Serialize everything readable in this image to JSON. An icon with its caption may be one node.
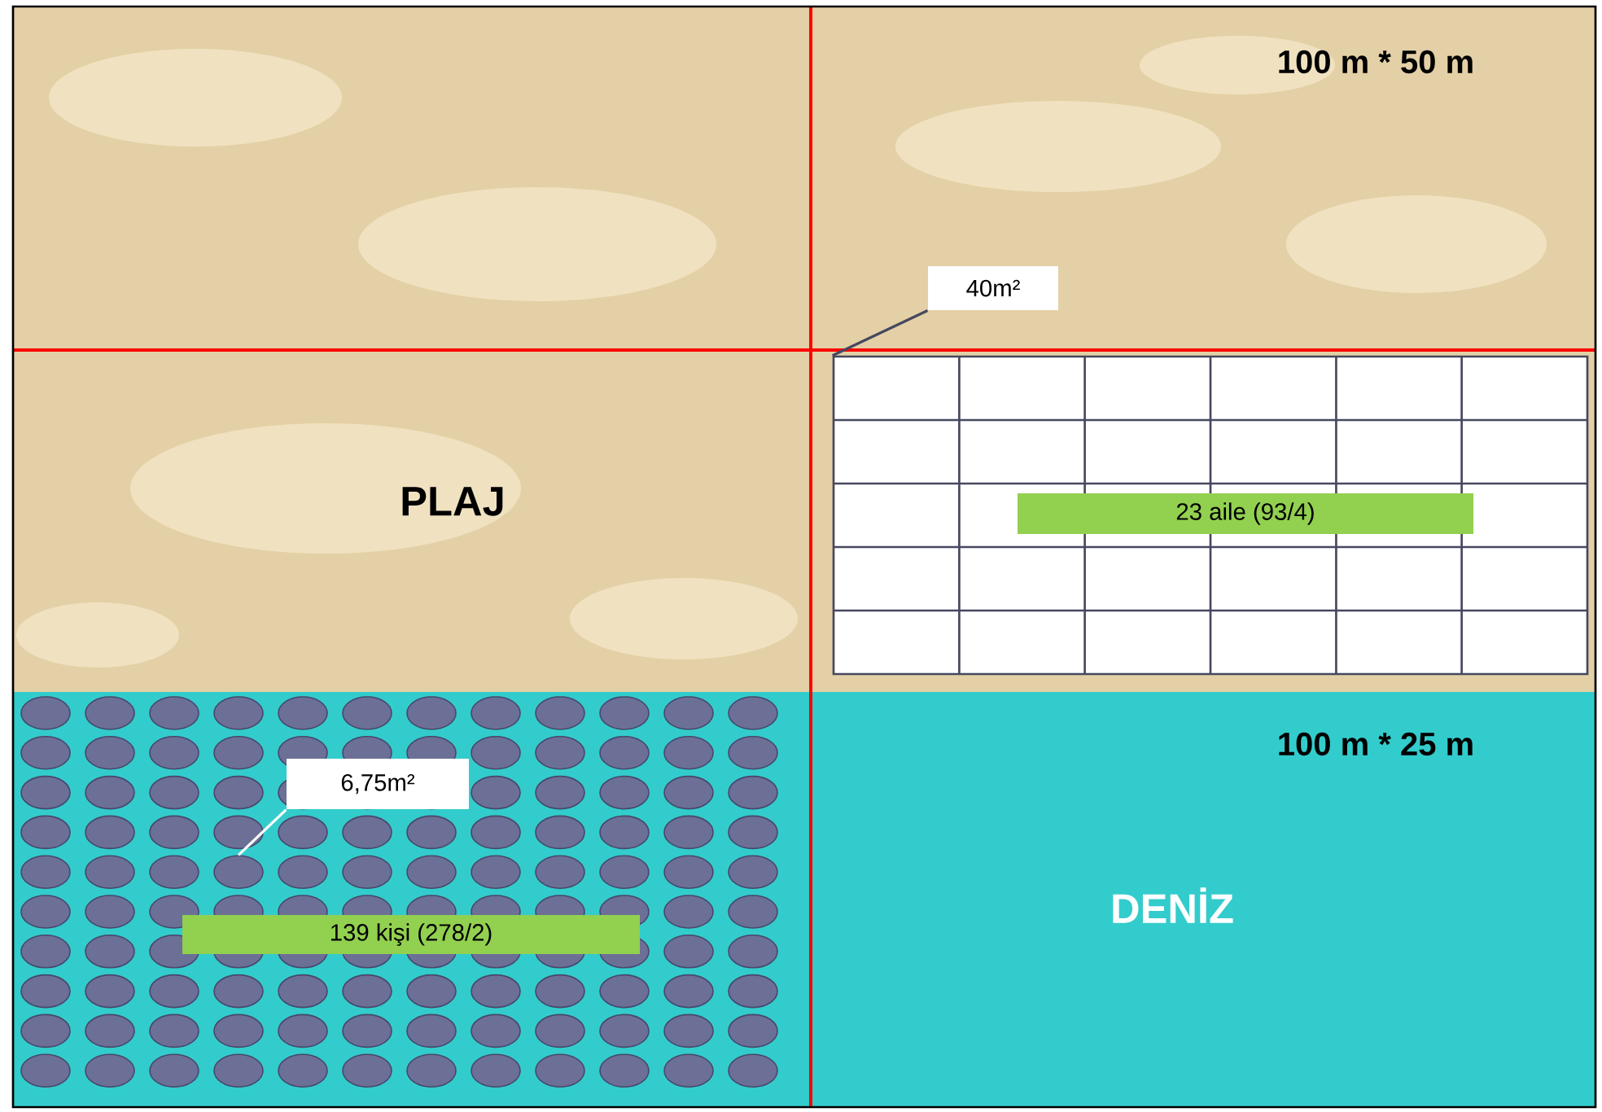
{
  "diagram": {
    "nodes": [
      {
        "text": [
          "40m²"
        ]
      },
      {
        "text": [],
        "shape": "box"
      },
      {
        "text": [
          "23 aile (93/4)"
        ],
        "in": 1
      },
      {
        "text": [
          "6,75m²"
        ]
      },
      {
        "text": [],
        "shape": "circle"
      },
      {
        "text": [
          "139 kişi (278/2)"
        ]
      }
    ],
    "edges": [
      {
        "from": 0,
        "to": 1,
        "arrow": "none"
      },
      {
        "from": 3,
        "to": 4,
        "arrow": "none",
        "color": "#ffffff"
      }
    ],
    "labels": [
      "100 m * 50 m",
      "PLAJ",
      "100 m * 25 m",
      "DENİZ"
    ]
  }
}
